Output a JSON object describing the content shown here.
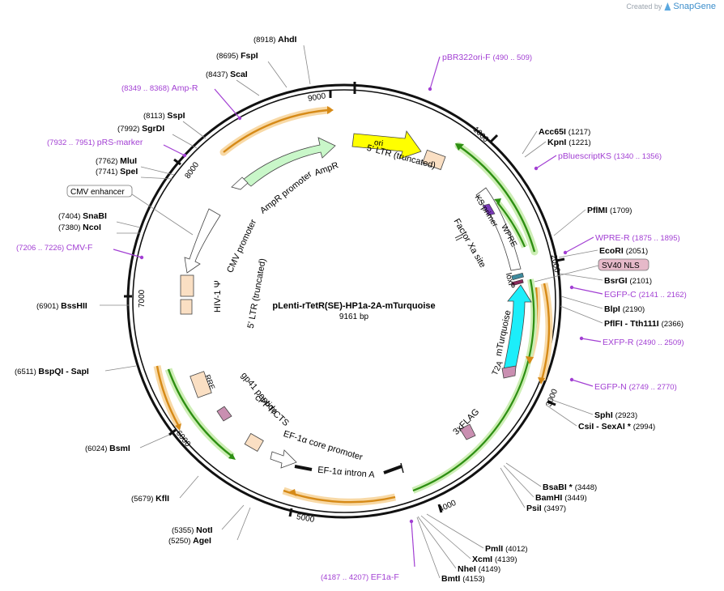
{
  "attribution": {
    "prefix": "Created by",
    "brand": "SnapGene"
  },
  "plasmid": {
    "name": "pLenti-rTetR(SE)-HP1a-2A-mTurquoise",
    "size_label": "9161 bp",
    "length": 9161
  },
  "colors": {
    "backbone": "#111111",
    "primer": "#a23fd3",
    "orf_green": "#2d8f12",
    "orf_green_halo": "#cdeeb5",
    "orf_orange": "#d68a17",
    "orf_orange_halo": "#f8d9a6",
    "ori": "#ffff00",
    "ampr": "#c9f7c9",
    "mturq": "#1ceefa",
    "ltr": "#fadfc3",
    "tag": "#c98fb1",
    "teal_site": "#3e8b9e",
    "nls_fill": "#e6b9c9",
    "line": "#888888"
  },
  "tick_labels": [
    "1000",
    "2000",
    "3000",
    "4000",
    "5000",
    "6000",
    "7000",
    "8000",
    "9000"
  ],
  "site_labels": [
    {
      "pos": "(8918)",
      "name": "AhdI"
    },
    {
      "pos": "(8695)",
      "name": "FspI"
    },
    {
      "pos": "(8437)",
      "name": "ScaI"
    },
    {
      "pos": "(8113)",
      "name": "SspI"
    },
    {
      "pos": "(7992)",
      "name": "SgrDI"
    },
    {
      "pos": "(7762)",
      "name": "MluI"
    },
    {
      "pos": "(7741)",
      "name": "SpeI"
    },
    {
      "pos": "(7404)",
      "name": "SnaBI"
    },
    {
      "pos": "(7380)",
      "name": "NcoI"
    },
    {
      "pos": "(6901)",
      "name": "BssHII"
    },
    {
      "pos": "(6511)",
      "name": "BspQI  - SapI"
    },
    {
      "pos": "(6024)",
      "name": "BsmI"
    },
    {
      "pos": "(5679)",
      "name": "KflI"
    },
    {
      "pos": "(5355)",
      "name": "NotI"
    },
    {
      "pos": "(5250)",
      "name": "AgeI"
    },
    {
      "pos": "(1217)",
      "name": "Acc65I"
    },
    {
      "pos": "(1221)",
      "name": "KpnI"
    },
    {
      "pos": "(1709)",
      "name": "PflMI"
    },
    {
      "pos": "(2051)",
      "name": "EcoRI"
    },
    {
      "pos": "(2101)",
      "name": "BsrGI"
    },
    {
      "pos": "(2190)",
      "name": "BlpI"
    },
    {
      "pos": "(2366)",
      "name": "PflFI  - Tth111I"
    },
    {
      "pos": "(2923)",
      "name": "SphI"
    },
    {
      "pos": "(2994)",
      "name": "CsiI  - SexAI *"
    },
    {
      "pos": "(3448)",
      "name": "BsaBI *"
    },
    {
      "pos": "(3449)",
      "name": "BamHI"
    },
    {
      "pos": "(3497)",
      "name": "PsiI"
    },
    {
      "pos": "(4012)",
      "name": "PmlI"
    },
    {
      "pos": "(4139)",
      "name": "XcmI"
    },
    {
      "pos": "(4149)",
      "name": "NheI"
    },
    {
      "pos": "(4153)",
      "name": "BmtI"
    }
  ],
  "primer_labels": [
    {
      "name": "pBR322ori-F",
      "range": "(490 .. 509)"
    },
    {
      "name": "pBluescriptKS",
      "range": "(1340 .. 1356)"
    },
    {
      "name": "WPRE-R",
      "range": "(1875 .. 1895)"
    },
    {
      "name": "EGFP-C",
      "range": "(2141 .. 2162)"
    },
    {
      "name": "EXFP-R",
      "range": "(2490 .. 2509)"
    },
    {
      "name": "EGFP-N",
      "range": "(2749 .. 2770)"
    },
    {
      "name": "EF1a-F",
      "range": "(4187 .. 4207)"
    },
    {
      "name": "Amp-R",
      "range": "(8349 .. 8368)"
    },
    {
      "name": "pRS-marker",
      "range": "(7932 .. 7951)"
    },
    {
      "name": "CMV-F",
      "range": "(7206 .. 7226)"
    }
  ],
  "boxed_labels": {
    "cmv_enhancer": "CMV enhancer",
    "sv40_nls": "SV40 NLS"
  },
  "features": {
    "ori": "ori",
    "ltr5_top": "5' LTR (truncated)",
    "ampr": "AmpR",
    "ampr_promoter": "AmpR promoter",
    "ks_primer": "KS primer",
    "wpre": "WPRE",
    "factor_xa": "Factor Xa site",
    "loxp": "loxP",
    "mturquoise": "mTurquoise",
    "t2a": "T2A",
    "flag": "3xFLAG",
    "cmv_promoter": "CMV promoter",
    "ltr5_left": "5' LTR (truncated)",
    "hiv_psi": "HIV-1  Ψ",
    "rre": "RRE",
    "gp41": "gp41 peptide",
    "cppt": "cPPT/CTS",
    "ef1a_core": "EF-1α core promoter",
    "ef1a_intron": "EF-1α intron A"
  }
}
